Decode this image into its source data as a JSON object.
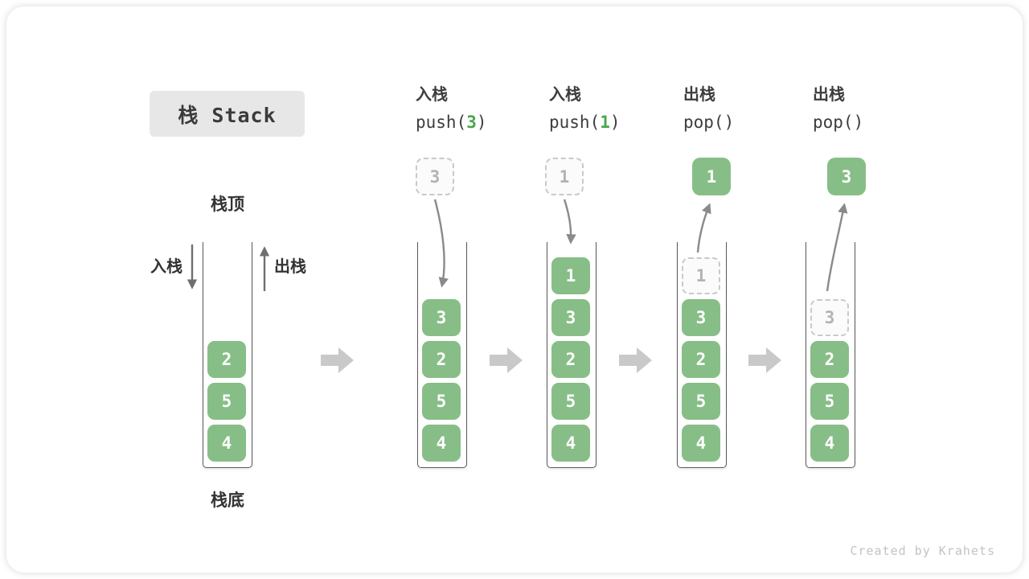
{
  "page": {
    "watermark": "Created by Krahets"
  },
  "title": {
    "text": "栈 Stack"
  },
  "colors": {
    "cell_green": "#87be87",
    "code_green": "#4ca64c",
    "block_arrow": "#c9c9c9",
    "flow_arrow": "#8a8a8a",
    "label_arrow": "#6f6f6f"
  },
  "legend": {
    "stack_top": "栈顶",
    "stack_bottom": "栈底",
    "push": "入栈",
    "pop": "出栈"
  },
  "initial_stack": {
    "cells": [
      "2",
      "5",
      "4"
    ]
  },
  "steps": [
    {
      "action": "入栈",
      "code_fn": "push(",
      "code_arg": "3",
      "code_close": ")",
      "floating": {
        "value": "3",
        "variant": "dashed"
      },
      "cells": [
        {
          "value": "3",
          "variant": "solid"
        },
        {
          "value": "2",
          "variant": "solid"
        },
        {
          "value": "5",
          "variant": "solid"
        },
        {
          "value": "4",
          "variant": "solid"
        }
      ]
    },
    {
      "action": "入栈",
      "code_fn": "push(",
      "code_arg": "1",
      "code_close": ")",
      "floating": {
        "value": "1",
        "variant": "dashed"
      },
      "cells": [
        {
          "value": "1",
          "variant": "solid"
        },
        {
          "value": "3",
          "variant": "solid"
        },
        {
          "value": "2",
          "variant": "solid"
        },
        {
          "value": "5",
          "variant": "solid"
        },
        {
          "value": "4",
          "variant": "solid"
        }
      ]
    },
    {
      "action": "出栈",
      "code_fn": "pop(",
      "code_arg": "",
      "code_close": ")",
      "floating": {
        "value": "1",
        "variant": "solid"
      },
      "cells": [
        {
          "value": "1",
          "variant": "dashed"
        },
        {
          "value": "3",
          "variant": "solid"
        },
        {
          "value": "2",
          "variant": "solid"
        },
        {
          "value": "5",
          "variant": "solid"
        },
        {
          "value": "4",
          "variant": "solid"
        }
      ]
    },
    {
      "action": "出栈",
      "code_fn": "pop(",
      "code_arg": "",
      "code_close": ")",
      "floating": {
        "value": "3",
        "variant": "solid"
      },
      "cells": [
        {
          "value": "3",
          "variant": "dashed"
        },
        {
          "value": "2",
          "variant": "solid"
        },
        {
          "value": "5",
          "variant": "solid"
        },
        {
          "value": "4",
          "variant": "solid"
        }
      ]
    }
  ]
}
